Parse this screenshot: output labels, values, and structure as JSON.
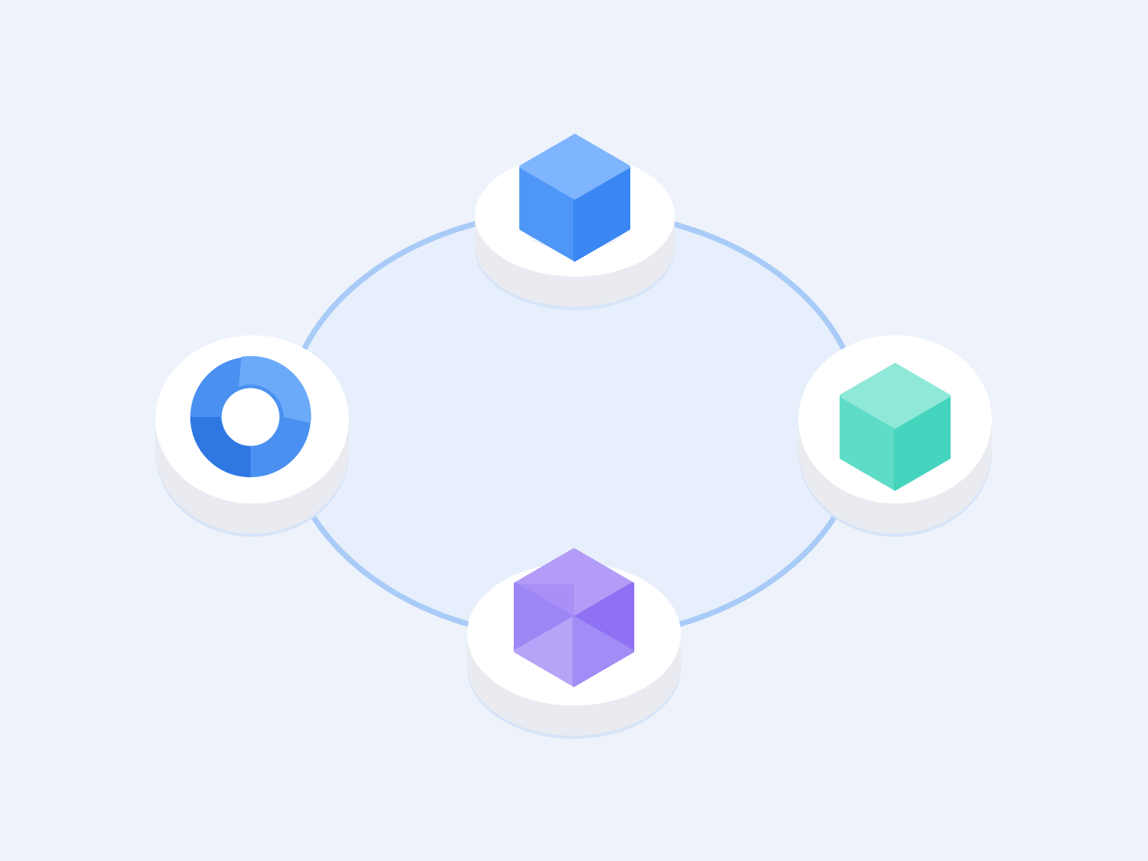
{
  "diagram": {
    "colors": {
      "background": "#eef3fb",
      "ring_stroke": "#a9cbf7",
      "ring_fill": "#e6effb",
      "platform_top": "#ffffff",
      "platform_side": "#e9ebf1",
      "platform_shadow": "#d6e4f8"
    },
    "nodes": [
      {
        "id": "top",
        "icon": "blue-cube-icon",
        "shape": "cube",
        "colors": {
          "top": "#7fb5ff",
          "left": "#4f97f7",
          "right": "#3a87f3"
        }
      },
      {
        "id": "left",
        "icon": "blue-ring-icon",
        "shape": "ring",
        "colors": {
          "outer": "#4a90f0",
          "highlight": "#6aaaf8",
          "shade": "#2f78e4"
        }
      },
      {
        "id": "right",
        "icon": "teal-cube-icon",
        "shape": "cube",
        "colors": {
          "top": "#8fe8d8",
          "left": "#5fdcc8",
          "right": "#45d4bd"
        }
      },
      {
        "id": "bottom",
        "icon": "purple-faceted-cube-icon",
        "shape": "faceted-cube",
        "colors": {
          "top": "#b39cf7",
          "left": "#9f86f5",
          "right": "#8e72f3",
          "facet_light": "#b7a3f8",
          "facet_mid": "#a28cf5"
        }
      }
    ]
  }
}
